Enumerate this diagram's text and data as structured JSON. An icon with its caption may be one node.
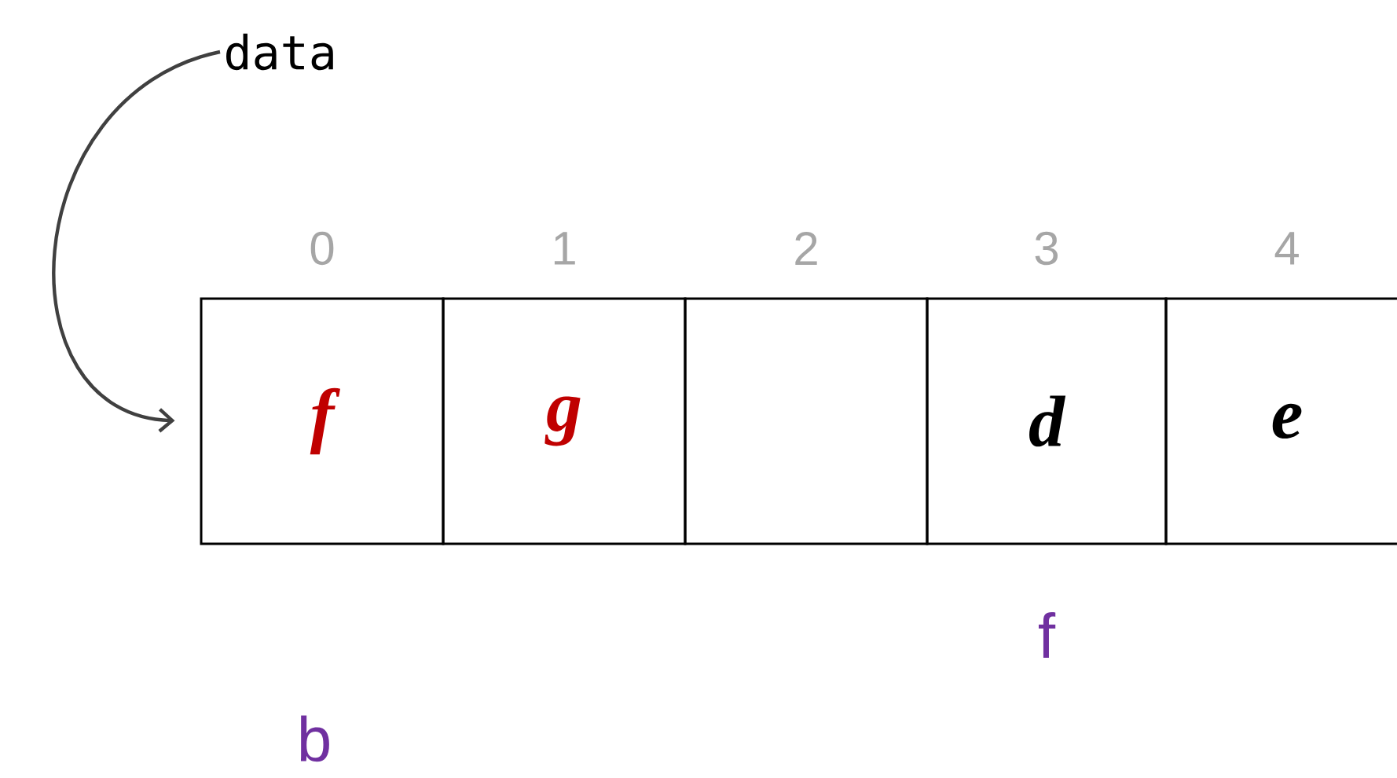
{
  "diagram": {
    "nodes": [
      {
        "text": [
          "data"
        ]
      },
      {
        "text": [
          "f"
        ]
      },
      {
        "text": [
          "g"
        ]
      },
      {
        "text": [],
        "shape": "box"
      },
      {
        "text": [
          "d"
        ]
      },
      {
        "text": [
          "e"
        ]
      }
    ],
    "edges": [
      {
        "from": 0,
        "to": 1,
        "arrow": "to"
      }
    ],
    "labels": [
      "0",
      "1",
      "2",
      "3",
      "4",
      "f",
      "b"
    ]
  }
}
